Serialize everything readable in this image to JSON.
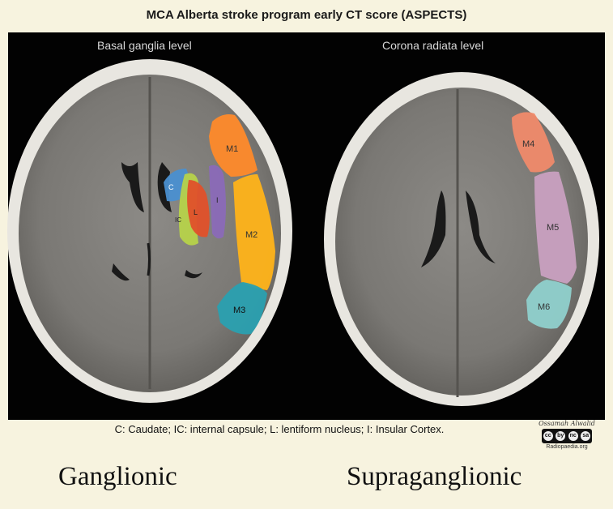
{
  "title": "MCA Alberta stroke program early CT score (ASPECTS)",
  "panels": {
    "left_label": "Basal ganglia level",
    "right_label": "Corona radiata level"
  },
  "regions": {
    "M1": "M1",
    "M2": "M2",
    "M3": "M3",
    "M4": "M4",
    "M5": "M5",
    "M6": "M6",
    "C": "C",
    "IC": "IC",
    "L": "L",
    "I": "I"
  },
  "colors": {
    "M1": "#ff8a2a",
    "M2": "#ffb319",
    "M3": "#2aa0b0",
    "M4": "#f08a6a",
    "M5": "#c9a0c0",
    "M6": "#8fd0cc",
    "C": "#4a8fd0",
    "IC": "#b6d24a",
    "L": "#e0502a",
    "I": "#8a6ab8"
  },
  "caption": "C: Caudate; IC: internal capsule; L: lentiform nucleus; I: Insular Cortex.",
  "credit": {
    "author": "Ossamah Alwalid",
    "license": [
      "cc",
      "by",
      "nc",
      "sa"
    ],
    "site": "Radiopaedia.org"
  },
  "labels": {
    "left": "Ganglionic",
    "right": "Supraganglionic"
  }
}
